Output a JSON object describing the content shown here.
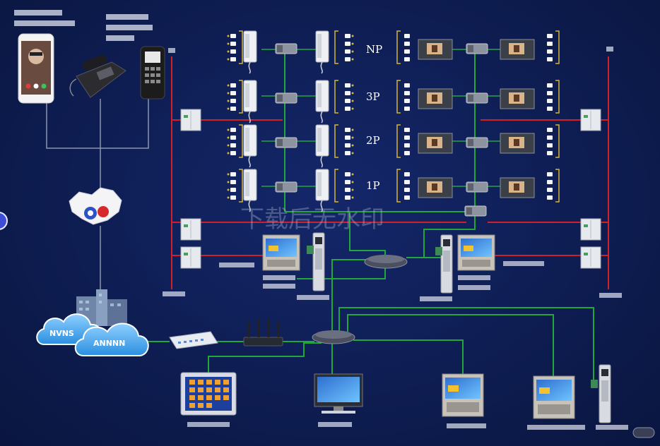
{
  "floors": [
    "NP",
    "3P",
    "2P",
    "1P"
  ],
  "watermark": "下载后无水印",
  "cloud_labels": [
    "NVNS",
    "ANNNN"
  ],
  "colors": {
    "background": "#0e1d52",
    "bus_green": "#22a83a",
    "power_red": "#d0202a",
    "trunk_gray": "#b8c0d0"
  },
  "icons": {
    "mobile": "smartphone-icon",
    "desk_phone": "desk-phone-icon",
    "cordless": "cordless-phone-icon",
    "map": "china-map-icon",
    "building": "building-icon",
    "cloud": "cloud-icon",
    "switch": "network-switch-icon",
    "router": "router-icon",
    "monitor": "indoor-monitor-icon",
    "door_station": "door-station-icon",
    "panel": "access-panel-icon",
    "handset": "intercom-handset-icon",
    "camera": "camera-icon",
    "hub": "hub-icon",
    "tablet": "tablet-icon",
    "pc": "workstation-icon",
    "power": "power-supply-icon",
    "video_unit": "video-unit-icon"
  }
}
